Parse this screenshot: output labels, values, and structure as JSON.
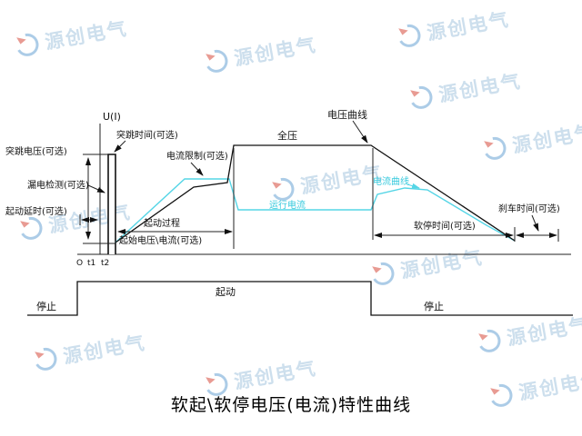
{
  "title": "软起\\软停电压(电流)特性曲线",
  "watermark": {
    "text": "源创电气"
  },
  "axis": {
    "y_label": "U(I)",
    "origin": "O",
    "t1": "t1",
    "t2": "t2"
  },
  "labels": {
    "jump_voltage": "突跳电压(可选)",
    "jump_time": "突跳时间(可选)",
    "leakage_detect": "漏电检测(可选)",
    "start_delay": "起动延时(可选)",
    "initial_voltage": "起始电压\\电流(可选)",
    "start_process": "起动过程",
    "current_limit": "电流限制(可选)",
    "full_voltage": "全压",
    "voltage_curve": "电压曲线",
    "current_curve": "电流曲线",
    "running_current": "运行电流",
    "soft_stop_time": "软停时间(可选)",
    "brake_time": "刹车时间(可选)",
    "stop_left": "停止",
    "start": "起动",
    "stop_right": "停止"
  },
  "colors": {
    "line": "#111111",
    "current_curve": "#55d5e6",
    "watermark_blue": "#9cc0dc",
    "watermark_red": "#d23a2a"
  },
  "geometry": {
    "voltage_points": "127,267 213,206 250,201 257,160 408,160 566,265",
    "current_points": "127,267 203,197 252,197 262,231 408,231 415,214 445,207 470,209 505,230 535,248 566,265",
    "signal_points": "30,347 85,347 85,310 408,310 408,347 630,347",
    "pulse_points": "119,280 119,170 127,170 127,280"
  }
}
